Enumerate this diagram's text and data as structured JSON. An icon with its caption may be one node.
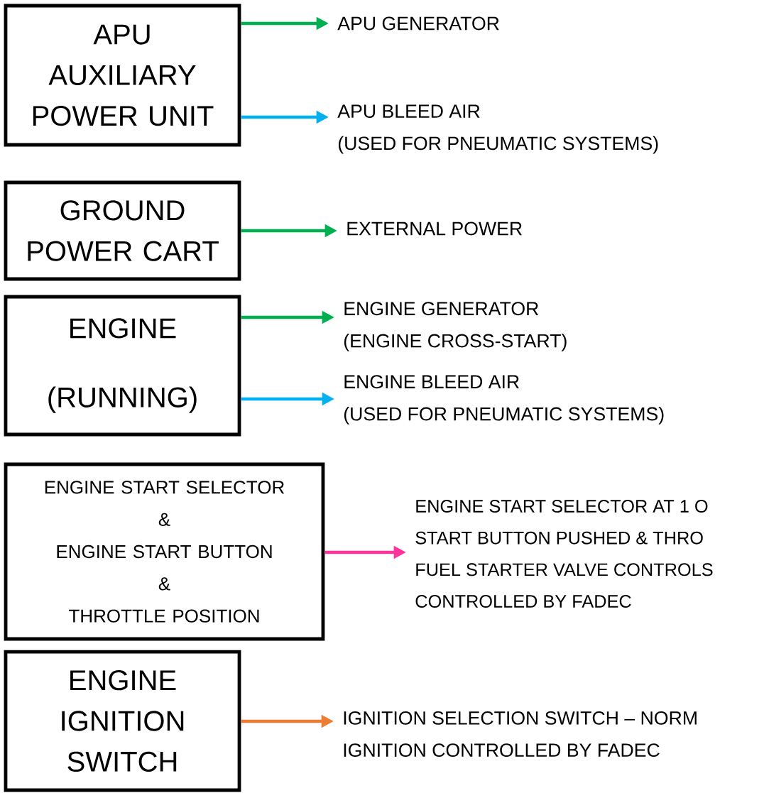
{
  "diagram": {
    "nodes": [
      {
        "text": [
          "APU",
          "AUXILIARY POWER UNIT"
        ]
      },
      {
        "text": [
          "APU GENERATOR"
        ]
      },
      {
        "text": [
          "APU BLEED AIR",
          "(USED FOR PNEUMATIC SYSTEMS)"
        ]
      },
      {
        "text": [
          "GROUND POWER CART"
        ]
      },
      {
        "text": [
          "EXTERNAL POWER"
        ]
      },
      {
        "text": [
          "ENGINE",
          "(RUNNING)"
        ]
      },
      {
        "text": [
          "ENGINE GENERATOR",
          "(ENGINE CROSS-START)"
        ]
      },
      {
        "text": [
          "ENGINE BLEED AIR",
          "(USED FOR PNEUMATIC SYSTEMS)"
        ]
      },
      {
        "text": [
          "ENGINE START SELECTOR",
          "&",
          "ENGINE START BUTTON",
          "&",
          "THROTTLE POSITION"
        ]
      },
      {
        "text": [
          "ENGINE START SELECTOR AT 1 O",
          "START BUTTON PUSHED & THRO",
          "FUEL STARTER VALVE CONTROLS",
          "CONTROLLED BY FADEC"
        ]
      },
      {
        "text": [
          "ENGINE IGNITION SWITCH"
        ]
      },
      {
        "text": [
          "IGNITION SELECTION SWITCH – NORM",
          "IGNITION CONTROLLED BY FADEC"
        ]
      }
    ],
    "edges": [
      {
        "from": 0,
        "to": 1,
        "arrow": "to"
      },
      {
        "from": 0,
        "to": 2,
        "arrow": "to",
        "color": "#00b0f0"
      },
      {
        "from": 3,
        "to": 4,
        "arrow": "to"
      },
      {
        "from": 5,
        "to": 6,
        "arrow": "to"
      },
      {
        "from": 5,
        "to": 7,
        "arrow": "to",
        "color": "#00b0f0"
      },
      {
        "from": 8,
        "to": 9,
        "arrow": "to",
        "color": "#ff3399"
      },
      {
        "from": 10,
        "to": 11,
        "arrow": "to",
        "color": "#ed7d31"
      }
    ]
  }
}
